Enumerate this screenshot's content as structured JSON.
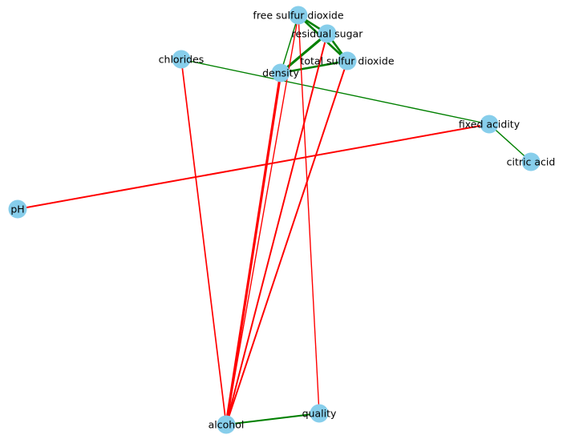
{
  "graph": {
    "node_color": "#87ceeb",
    "positive_edge_color": "#008000",
    "negative_edge_color": "#ff0000",
    "nodes": [
      {
        "id": "free_sulfur_dioxide",
        "label": "free sulfur dioxide"
      },
      {
        "id": "residual_sugar",
        "label": "residual sugar"
      },
      {
        "id": "chlorides",
        "label": "chlorides"
      },
      {
        "id": "total_sulfur_dioxide",
        "label": "total sulfur dioxide"
      },
      {
        "id": "density",
        "label": "density"
      },
      {
        "id": "fixed_acidity",
        "label": "fixed acidity"
      },
      {
        "id": "citric_acid",
        "label": "citric acid"
      },
      {
        "id": "pH",
        "label": "pH"
      },
      {
        "id": "alcohol",
        "label": "alcohol"
      },
      {
        "id": "quality",
        "label": "quality"
      }
    ],
    "edges": [
      {
        "source": "free_sulfur_dioxide",
        "target": "residual_sugar",
        "sign": "positive",
        "strength": 3
      },
      {
        "source": "free_sulfur_dioxide",
        "target": "total_sulfur_dioxide",
        "sign": "positive",
        "strength": 3
      },
      {
        "source": "residual_sugar",
        "target": "total_sulfur_dioxide",
        "sign": "positive",
        "strength": 3
      },
      {
        "source": "residual_sugar",
        "target": "density",
        "sign": "positive",
        "strength": 4
      },
      {
        "source": "total_sulfur_dioxide",
        "target": "density",
        "sign": "positive",
        "strength": 3
      },
      {
        "source": "free_sulfur_dioxide",
        "target": "density",
        "sign": "positive",
        "strength": 1
      },
      {
        "source": "chlorides",
        "target": "fixed_acidity",
        "sign": "positive",
        "strength": 1
      },
      {
        "source": "fixed_acidity",
        "target": "citric_acid",
        "sign": "positive",
        "strength": 1
      },
      {
        "source": "alcohol",
        "target": "quality",
        "sign": "positive",
        "strength": 2
      },
      {
        "source": "fixed_acidity",
        "target": "pH",
        "sign": "negative",
        "strength": 2
      },
      {
        "source": "chlorides",
        "target": "alcohol",
        "sign": "negative",
        "strength": 1.5
      },
      {
        "source": "density",
        "target": "alcohol",
        "sign": "negative",
        "strength": 4
      },
      {
        "source": "residual_sugar",
        "target": "alcohol",
        "sign": "negative",
        "strength": 2
      },
      {
        "source": "total_sulfur_dioxide",
        "target": "alcohol",
        "sign": "negative",
        "strength": 2
      },
      {
        "source": "free_sulfur_dioxide",
        "target": "alcohol",
        "sign": "negative",
        "strength": 1
      },
      {
        "source": "free_sulfur_dioxide",
        "target": "quality",
        "sign": "negative",
        "strength": 1
      }
    ]
  }
}
